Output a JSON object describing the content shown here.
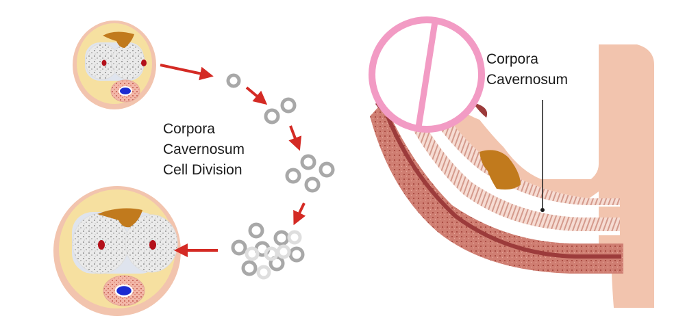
{
  "labels": {
    "division": [
      "Corpora",
      "Cavernosum",
      "Cell Division"
    ],
    "anatomy": [
      "Corpora",
      "Cavernosum"
    ]
  },
  "colors": {
    "skin": "#f2c4ae",
    "fascia_yellow": "#f6e0a0",
    "tissue_gray": "#e8e8e8",
    "vessel_red": "#b3101a",
    "urethra_blue": "#1b2bd1",
    "arrow_red": "#d42a24",
    "muscle": "#c9766b",
    "muscle_dark": "#9c3b3b",
    "plaque_brown": "#c17a1d",
    "cell_ring": "#a8a8a8",
    "no_sign_pink": "#f29bc4"
  },
  "icons": {
    "arrow": "red-arrow-icon",
    "prohibition": "no-sign-icon"
  }
}
